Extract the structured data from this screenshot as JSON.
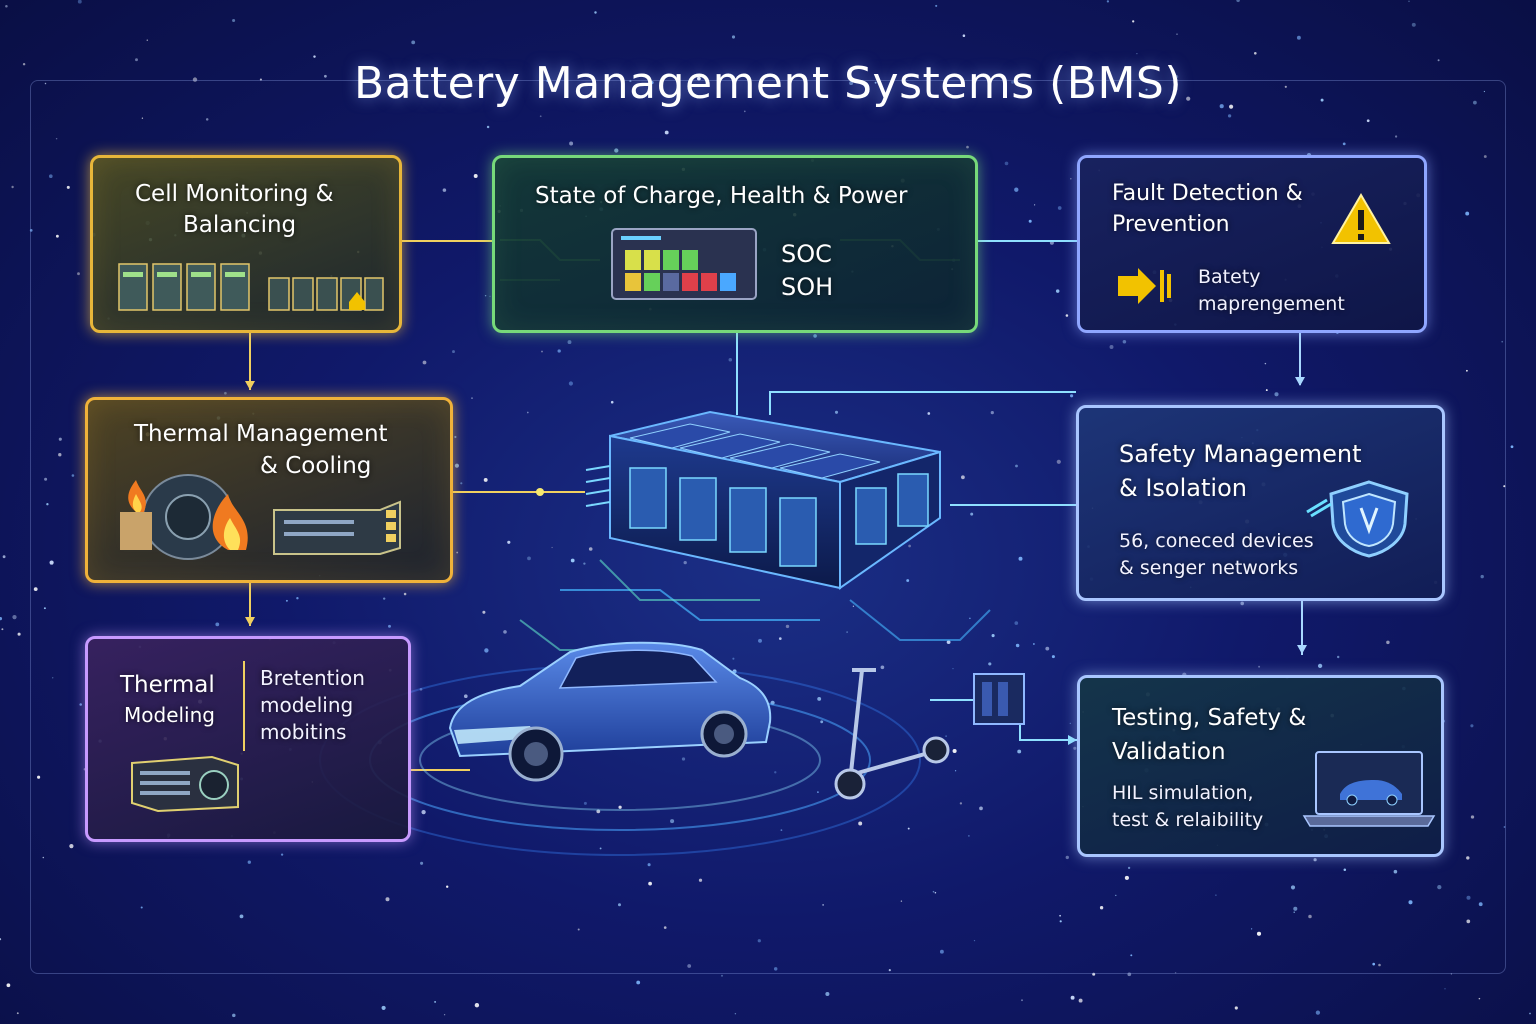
{
  "title": "Battery Management Systems (BMS)",
  "colors": {
    "background": "#10196a",
    "gold_panel": "#e7b63a",
    "green_panel": "#77d97a",
    "blue_panel": "#a9c6ff",
    "purple_panel": "#c79aff",
    "car_body": "#2e5fc9",
    "warning": "#f2c200"
  },
  "panels": {
    "cell_monitoring": {
      "title_line1": "Cell Monitoring &",
      "title_line2": "Balancing"
    },
    "state_estimation": {
      "title": "State of Charge, Health & Power",
      "metric1": "SOC",
      "metric2": "SOH"
    },
    "fault_detection": {
      "title_line1": "Fault Detection &",
      "title_line2": "Prevention",
      "sub_line1": "Batety",
      "sub_line2": "maprengement",
      "icon": "warning-icon"
    },
    "thermal_management": {
      "title_line1": "Thermal Management",
      "title_line2": "& Cooling",
      "icon": "flame-icon"
    },
    "safety_management": {
      "title_line1": "Safety Management",
      "title_line2": "& Isolation",
      "sub_line1": "56, coneced devices",
      "sub_line2": "& senger networks",
      "icon": "shield-icon"
    },
    "thermal_modeling": {
      "left_line1": "Thermal",
      "left_line2": "Modeling",
      "right_line1": "Bretention",
      "right_line2": "modeling",
      "right_line3": "mobitins"
    },
    "testing": {
      "title_line1": "Testing, Safety &",
      "title_line2": "Validation",
      "sub_line1": "HIL simulation,",
      "sub_line2": "test & relaibility",
      "icon": "laptop-icon"
    }
  },
  "center": {
    "battery_icon": "battery-pack-icon",
    "car_icon": "electric-car-icon",
    "scooter_icon": "scooter-icon"
  }
}
